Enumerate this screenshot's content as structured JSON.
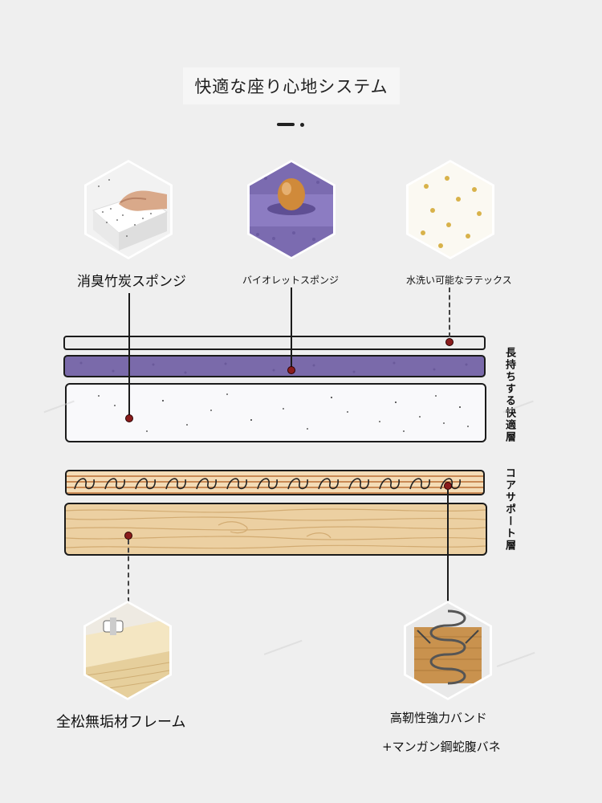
{
  "title": "快適な座り心地システム",
  "materials_top": [
    {
      "label": "消臭竹炭スポンジ",
      "icon": "hand-pressing-foam-icon"
    },
    {
      "label": "バイオレットスポンジ",
      "icon": "egg-on-purple-foam-icon"
    },
    {
      "label": "水洗い可能なラテックス",
      "icon": "perforated-latex-icon"
    }
  ],
  "side_labels": {
    "comfort": "長持ちする快適層",
    "core": "コアサポート層"
  },
  "materials_bottom": [
    {
      "label": "全松無垢材フレーム",
      "icon": "pine-frame-icon"
    },
    {
      "label_line1": "高靭性強力バンド",
      "label_line2": "+マンガン鋼蛇腹バネ",
      "icon": "serpentine-spring-icon"
    }
  ],
  "colors": {
    "background": "#efefef",
    "purple_foam": "#7a6aaa",
    "marker": "#8a1c1c",
    "wood": "#e8c99a",
    "stripe_dark": "#c98a55"
  }
}
